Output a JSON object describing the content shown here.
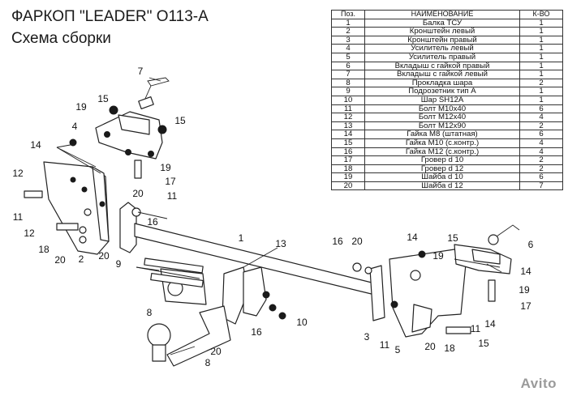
{
  "title": "ФАРКОП \"LEADER\" O113-A",
  "subtitle": "Схема сборки",
  "table": {
    "headers": [
      "Поз.",
      "НАИМЕНОВАНИЕ",
      "К-ВО"
    ],
    "rows": [
      [
        "1",
        "Балка ТСУ",
        "1"
      ],
      [
        "2",
        "Кронштейн левый",
        "1"
      ],
      [
        "3",
        "Кронштейн правый",
        "1"
      ],
      [
        "4",
        "Усилитель левый",
        "1"
      ],
      [
        "5",
        "Усилитель правый",
        "1"
      ],
      [
        "6",
        "Вкладыш с гайкой правый",
        "1"
      ],
      [
        "7",
        "Вкладыш с гайкой левый",
        "1"
      ],
      [
        "8",
        "Прокладка шара",
        "2"
      ],
      [
        "9",
        "Подрозетник тип А",
        "1"
      ],
      [
        "10",
        "Шар SH12A",
        "1"
      ],
      [
        "11",
        "Болт М10х40",
        "6"
      ],
      [
        "12",
        "Болт М12х40",
        "4"
      ],
      [
        "13",
        "Болт М12х90",
        "2"
      ],
      [
        "14",
        "Гайка М8 (штатная)",
        "6"
      ],
      [
        "15",
        "Гайка М10 (с.контр.)",
        "4"
      ],
      [
        "16",
        "Гайка М12 (с.контр.)",
        "4"
      ],
      [
        "17",
        "Гровер d 10",
        "2"
      ],
      [
        "18",
        "Гровер d 12",
        "2"
      ],
      [
        "19",
        "Шайба d 10",
        "6"
      ],
      [
        "20",
        "Шайба d 12",
        "7"
      ]
    ]
  },
  "callouts": [
    "7",
    "19",
    "15",
    "4",
    "15",
    "14",
    "19",
    "17",
    "11",
    "12",
    "20",
    "16",
    "11",
    "12",
    "18",
    "20",
    "2",
    "20",
    "1",
    "13",
    "9",
    "8",
    "20",
    "16",
    "10",
    "8",
    "16",
    "20",
    "14",
    "15",
    "6",
    "19",
    "14",
    "19",
    "17",
    "3",
    "11",
    "14",
    "11",
    "5",
    "20",
    "18",
    "15"
  ],
  "watermark": "Avito",
  "colors": {
    "ink": "#1a1a1a",
    "background": "#ffffff",
    "watermark": "#9a9a9a"
  }
}
